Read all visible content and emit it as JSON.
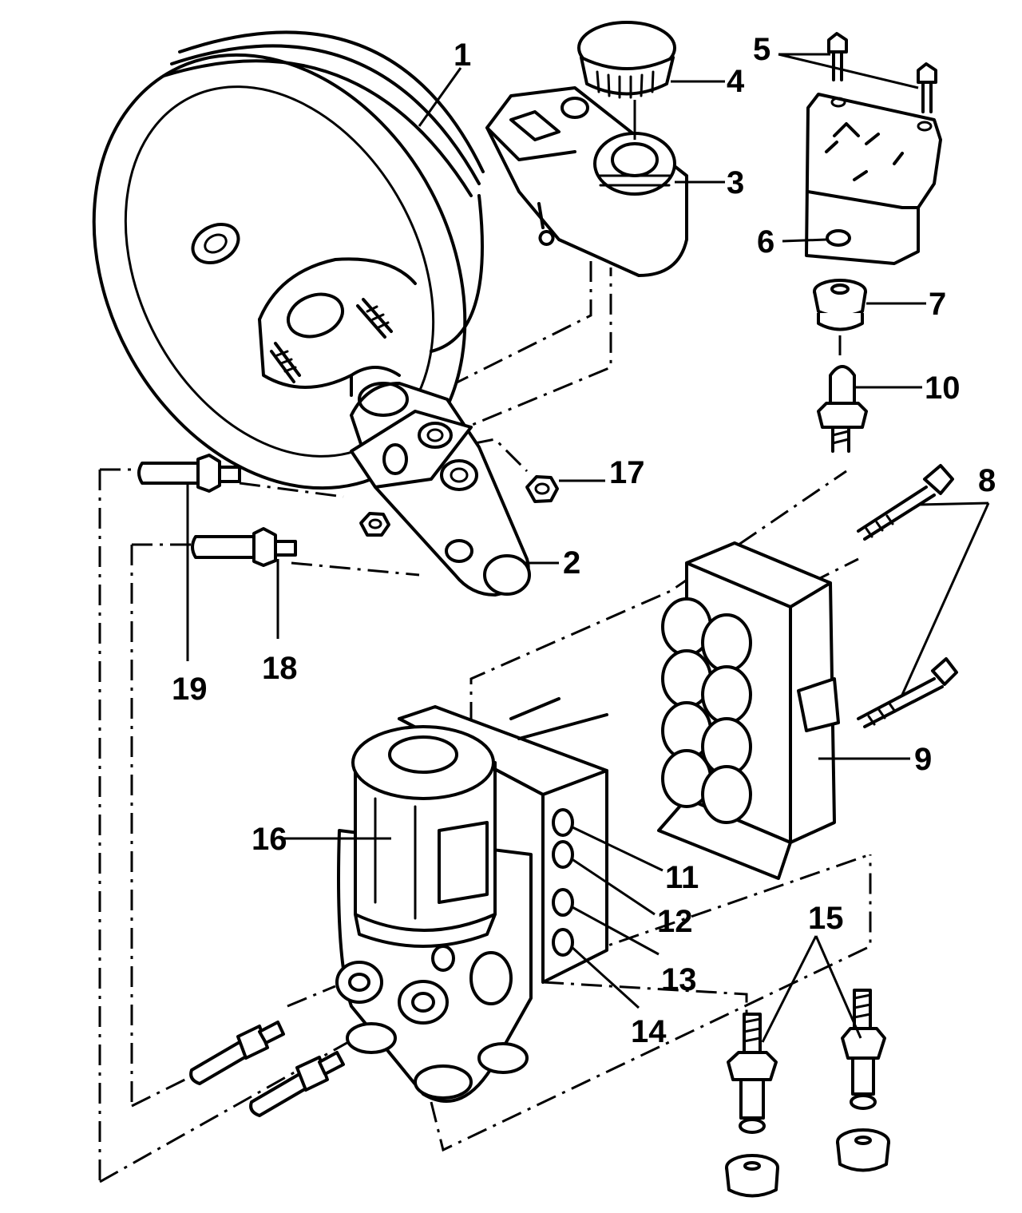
{
  "diagram": {
    "callouts": [
      {
        "id": "c1",
        "label": "1"
      },
      {
        "id": "c2",
        "label": "2"
      },
      {
        "id": "c3",
        "label": "3"
      },
      {
        "id": "c4",
        "label": "4"
      },
      {
        "id": "c5",
        "label": "5"
      },
      {
        "id": "c6",
        "label": "6"
      },
      {
        "id": "c7",
        "label": "7"
      },
      {
        "id": "c8",
        "label": "8"
      },
      {
        "id": "c9",
        "label": "9"
      },
      {
        "id": "c10",
        "label": "10"
      },
      {
        "id": "c11",
        "label": "11"
      },
      {
        "id": "c12",
        "label": "12"
      },
      {
        "id": "c13",
        "label": "13"
      },
      {
        "id": "c14",
        "label": "14"
      },
      {
        "id": "c15",
        "label": "15"
      },
      {
        "id": "c16",
        "label": "16"
      },
      {
        "id": "c17",
        "label": "17"
      },
      {
        "id": "c18",
        "label": "18"
      },
      {
        "id": "c19",
        "label": "19"
      }
    ]
  }
}
